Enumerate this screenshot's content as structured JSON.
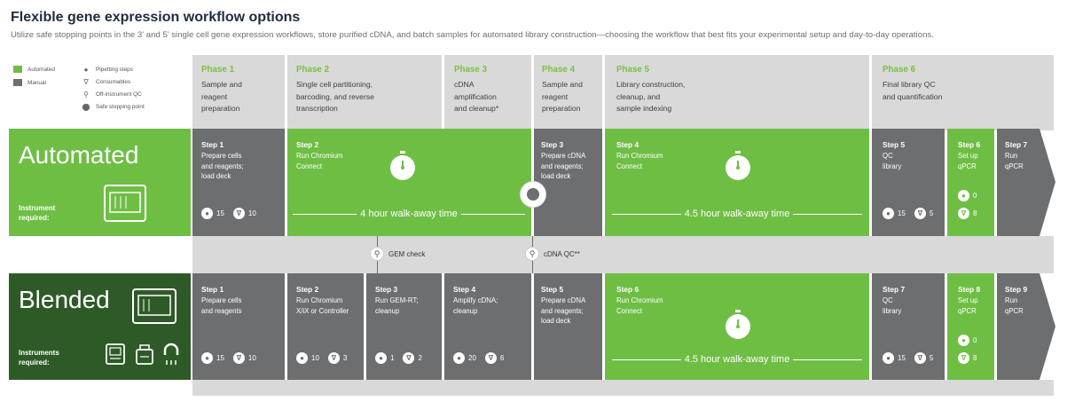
{
  "header": {
    "title": "Flexible gene expression workflow options",
    "subtitle": "Utilize safe stopping points in the 3' and 5' single cell gene expression workflows, store purified cDNA, and batch samples for automated library construction—choosing the workflow that best fits your experimental setup and day-to-day operations."
  },
  "legend": {
    "automated": "Automated",
    "manual": "Manual",
    "pipetting": "Pipetting steps",
    "consumables": "Consumables",
    "offqc": "Off-instrument QC",
    "safestop": "Safe stopping point"
  },
  "colors": {
    "green": "#6fbe44",
    "darkgreen": "#2e5a27",
    "gray": "#6d6e70",
    "light": "#d9d9d9"
  },
  "phases": [
    {
      "name": "Phase 1",
      "desc": "Sample and\nreagent\npreparation"
    },
    {
      "name": "Phase 2",
      "desc": "Single cell partitioning,\nbarcoding, and reverse\ntranscription"
    },
    {
      "name": "Phase 3",
      "desc": "cDNA\namplification\nand cleanup*"
    },
    {
      "name": "Phase 4",
      "desc": "Sample and\nreagent\npreparation"
    },
    {
      "name": "Phase 5",
      "desc": "Library construction,\ncleanup, and\nsample indexing"
    },
    {
      "name": "Phase 6",
      "desc": "Final library QC\nand quantification"
    }
  ],
  "automated": {
    "label": "Automated",
    "instrument": "Instrument\nrequired:",
    "walk1": "4 hour walk-away time",
    "walk2": "4.5 hour walk-away time",
    "steps": [
      {
        "name": "Step 1",
        "text": "Prepare cells\nand reagents;\nload deck",
        "p": "15",
        "c": "10"
      },
      {
        "name": "Step 2",
        "text": "Run Chromium\nConnect"
      },
      {
        "name": "Step 3",
        "text": "Prepare cDNA\nand reagents;\nload deck"
      },
      {
        "name": "Step 4",
        "text": "Run Chromium\nConnect"
      },
      {
        "name": "Step 5",
        "text": "QC\nlibrary",
        "p": "15",
        "c": "5"
      },
      {
        "name": "Step 6",
        "text": "Set up\nqPCR",
        "p": "0",
        "c": "8"
      },
      {
        "name": "Step 7",
        "text": "Run\nqPCR"
      }
    ]
  },
  "qc": {
    "gem": "GEM check",
    "cdna": "cDNA QC**"
  },
  "blended": {
    "label": "Blended",
    "instrument": "Instruments\nrequired:",
    "walk": "4.5 hour walk-away time",
    "steps": [
      {
        "name": "Step 1",
        "text": "Prepare cells\nand reagents",
        "p": "15",
        "c": "10"
      },
      {
        "name": "Step 2",
        "text": "Run Chromium\nX/iX or Controller",
        "p": "10",
        "c": "3"
      },
      {
        "name": "Step 3",
        "text": "Run GEM-RT;\ncleanup",
        "p": "1",
        "c": "2"
      },
      {
        "name": "Step 4",
        "text": "Amplify cDNA;\ncleanup",
        "p": "20",
        "c": "6"
      },
      {
        "name": "Step 5",
        "text": "Prepare cDNA\nand reagents;\nload deck"
      },
      {
        "name": "Step 6",
        "text": "Run Chromium\nConnect"
      },
      {
        "name": "Step 7",
        "text": "QC\nlibrary",
        "p": "15",
        "c": "5"
      },
      {
        "name": "Step 8",
        "text": "Set up\nqPCR",
        "p": "0",
        "c": "8"
      },
      {
        "name": "Step 9",
        "text": "Run\nqPCR"
      }
    ]
  }
}
